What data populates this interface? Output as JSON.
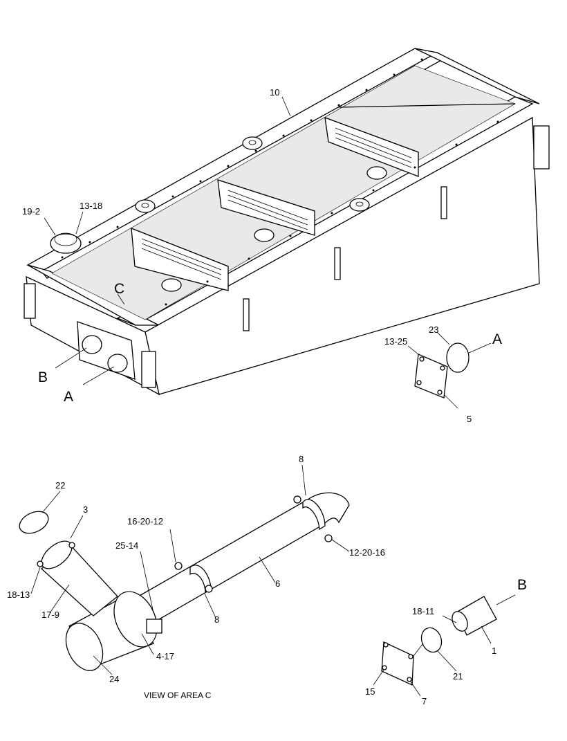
{
  "diagram": {
    "caption": "VIEW OF AREA C",
    "callouts": {
      "c10": "10",
      "c19_2": "19-2",
      "c13_18": "13-18",
      "cC": "C",
      "cB_top": "B",
      "cA_top": "A",
      "c23": "23",
      "c13_25": "13-25",
      "cA_cover": "A",
      "c5": "5",
      "c8_top": "8",
      "c22": "22",
      "c3": "3",
      "c16_20_12": "16-20-12",
      "c25_14": "25-14",
      "c12_20_16": "12-20-16",
      "c6": "6",
      "c18_13": "18-13",
      "c17_9": "17-9",
      "c8_mid": "8",
      "c4_17": "4-17",
      "c24": "24",
      "cB_tube": "B",
      "c18_11": "18-11",
      "c1": "1",
      "c21": "21",
      "c15": "15",
      "c7": "7"
    }
  }
}
